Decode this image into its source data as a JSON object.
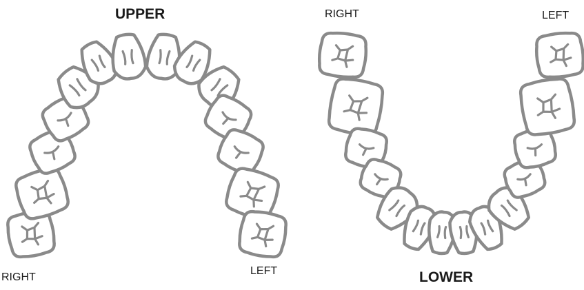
{
  "labels": {
    "upper": "UPPER",
    "lower": "LOWER",
    "upper_right": "RIGHT",
    "upper_left": "LEFT",
    "lower_right": "RIGHT",
    "lower_left": "LEFT"
  },
  "colors": {
    "outline": "#8a8a8a",
    "text": "#1a1a1a",
    "fill": "#ffffff"
  }
}
